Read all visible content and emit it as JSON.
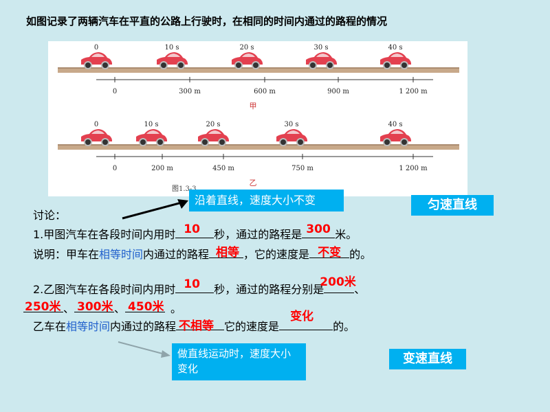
{
  "title": "如图记录了两辆汽车在平直的公路上行驶时，在相同的时间内通过的路程的情况",
  "figure": {
    "jia": {
      "times": [
        "0",
        "10 s",
        "20 s",
        "30 s",
        "40 s"
      ],
      "distances": [
        "0",
        "300 m",
        "600 m",
        "900 m",
        "1 200 m"
      ],
      "label": "甲"
    },
    "yi": {
      "times": [
        "0",
        "10 s",
        "20 s",
        "30 s",
        "40 s"
      ],
      "distances": [
        "0",
        "200 m",
        "450 m",
        "750 m",
        "1 200 m"
      ],
      "label": "乙"
    },
    "caption": "图1.3-3"
  },
  "callout_top": "沿着直线，速度大小不变",
  "badge_uniform": "匀速直线",
  "discussion_label": "讨论：",
  "q1": {
    "prefix": "1.甲图汽车在各段时间内用时",
    "ans_time": "10",
    "mid": "秒，通过的路程是",
    "ans_dist": "300",
    "suffix": "米。"
  },
  "explain": {
    "prefix": "说明：甲车在",
    "highlight": "相等时间",
    "mid": "内通过的路程",
    "ans1": "相等",
    "mid2": "，它的速度是",
    "ans2": "不变",
    "suffix": "的。"
  },
  "q2": {
    "prefix": "2.乙图汽车在各段时间内用时",
    "ans_time": "10",
    "mid": "秒，通过的路程分别是",
    "ans_a": "200米",
    "sep": "、",
    "ans_b": "250米",
    "ans_c": "300米",
    "ans_d": "450米",
    "end": "。"
  },
  "q2_line3": {
    "prefix": "乙车在",
    "highlight": "相等时间",
    "mid": "内通过的路程",
    "ans1": "不相等",
    "mid2": "它的速度是",
    "ans2": "变化",
    "suffix": "的。"
  },
  "callout_bottom": "做直线运动时，速度大小变化",
  "badge_variable": "变速直线",
  "colors": {
    "accent": "#00b0f0",
    "answer": "#ff0000",
    "highlight": "#1f5fcc",
    "car": "#e3404f",
    "road": "#c8a98a"
  }
}
